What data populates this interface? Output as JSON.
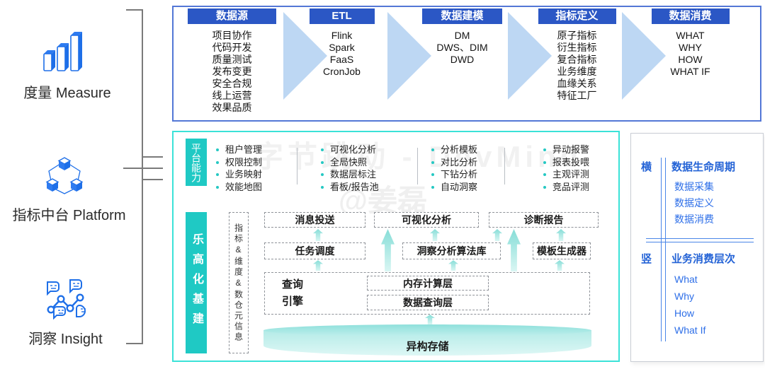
{
  "watermark": {
    "line1": "字节跳动 - DevMind",
    "line2": "@姜磊"
  },
  "left_panel": {
    "items": [
      {
        "label": "度量 Measure"
      },
      {
        "label": "指标中台 Platform"
      },
      {
        "label": "洞察 Insight"
      }
    ]
  },
  "top_flow": {
    "stages": [
      {
        "title": "数据源",
        "items": [
          "项目协作",
          "代码开发",
          "质量测试",
          "发布变更",
          "安全合规",
          "线上运营",
          "效果品质"
        ]
      },
      {
        "title": "ETL",
        "items": [
          "Flink",
          "Spark",
          "FaaS",
          "CronJob"
        ]
      },
      {
        "title": "数据建模",
        "items": [
          "DM",
          "DWS、DIM",
          "DWD"
        ]
      },
      {
        "title": "指标定义",
        "items": [
          "原子指标",
          "衍生指标",
          "复合指标",
          "业务维度",
          "血缘关系",
          "特征工厂"
        ]
      },
      {
        "title": "数据消费",
        "items": [
          "WHAT",
          "WHY",
          "HOW",
          "WHAT IF"
        ]
      }
    ]
  },
  "platform": {
    "capability_label": "平台能力",
    "capability_columns": [
      [
        "租户管理",
        "权限控制",
        "业务映射",
        "效能地图"
      ],
      [
        "可视化分析",
        "全局快照",
        "数据层标注",
        "看板/报告池"
      ],
      [
        "分析模板",
        "对比分析",
        "下钻分析",
        "自动洞察"
      ],
      [
        "异动报警",
        "报表投喂",
        "主观评测",
        "竞品评测"
      ]
    ],
    "infra_label": "乐高化基建",
    "meta_label": "指标&维度&数仓元信息",
    "boxes": {
      "message": "消息投送",
      "scheduler": "任务调度",
      "visualization": "可视化分析",
      "insight_lib": "洞察分析算法库",
      "diagnosis": "诊断报告",
      "template_gen": "模板生成器",
      "query_engine": "查询引擎",
      "memory_layer": "内存计算层",
      "query_layer": "数据查询层",
      "storage": "异构存储"
    }
  },
  "right_panel": {
    "horizontal": {
      "axis": "横",
      "title": "数据生命周期",
      "items": [
        "数据采集",
        "数据定义",
        "数据消费"
      ]
    },
    "vertical": {
      "axis": "竖",
      "title": "业务消费层次",
      "items": [
        "What",
        "Why",
        "How",
        "What If"
      ]
    }
  },
  "colors": {
    "header_blue": "#2b57c5",
    "flow_border": "#5377d6",
    "flow_arrow": "#bdd7f3",
    "teal": "#1fc9c4",
    "teal_border": "#3be2d8",
    "icon_blue": "#1e6fe8",
    "right_text_blue": "#2e6fe8"
  }
}
